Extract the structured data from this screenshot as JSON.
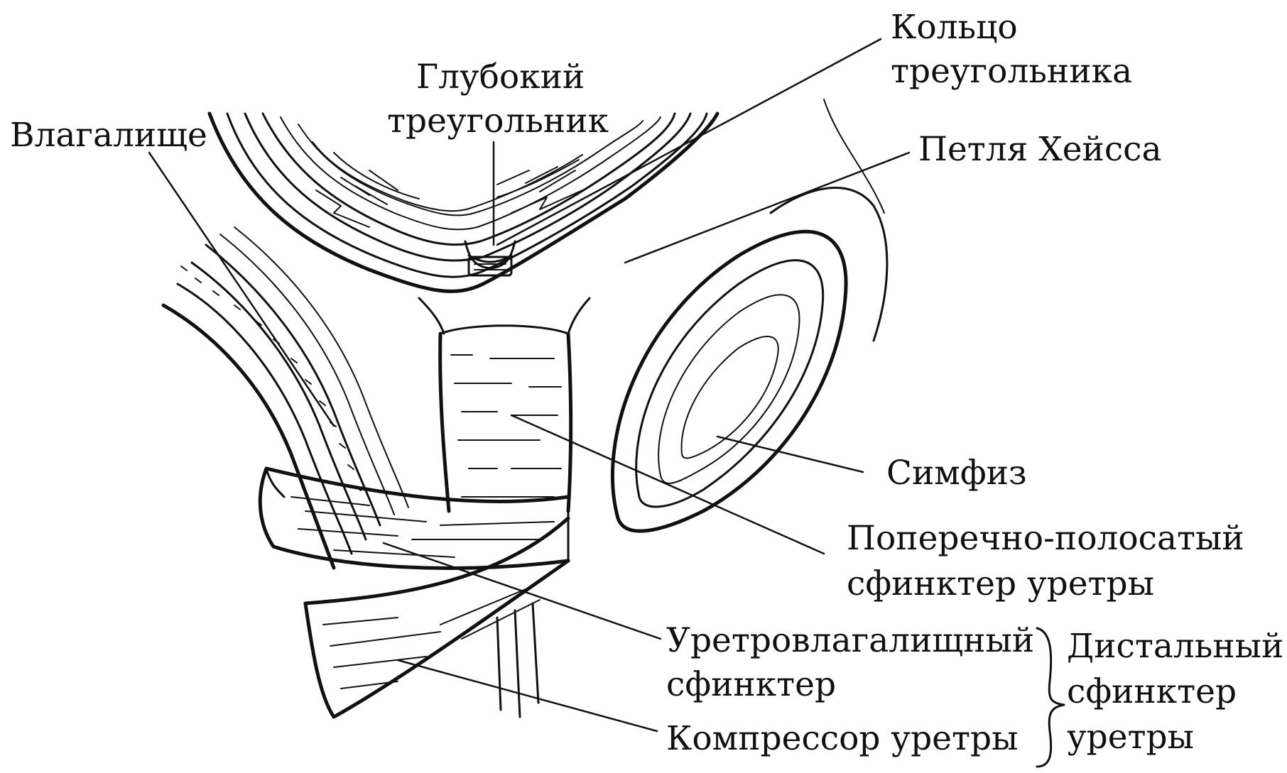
{
  "labels": {
    "vagina": "Влагалище",
    "deep_trigone_1": "Глубокий",
    "deep_trigone_2": "треугольник",
    "trigone_ring_1": "Кольцо",
    "trigone_ring_2": "треугольника",
    "heiss_loop": "Петля Хейсса",
    "symphysis": "Симфиз",
    "striated_sphincter_1": "Поперечно-полосатый",
    "striated_sphincter_2": "сфинктер уретры",
    "urethrovaginal_1": "Уретровлагалищный",
    "urethrovaginal_2": "сфинктер",
    "compressor": "Компрессор уретры",
    "distal_1": "Дистальный",
    "distal_2": "сфинктер",
    "distal_3": "уретры"
  },
  "colors": {
    "ink": "#111111",
    "background": "#ffffff"
  }
}
